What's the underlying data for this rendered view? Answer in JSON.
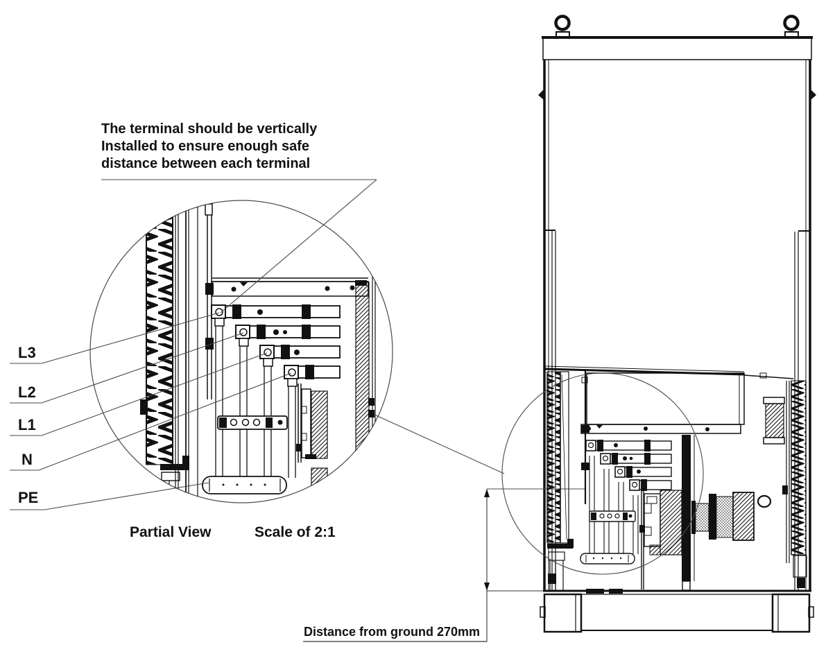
{
  "note": {
    "lines": [
      "The terminal should be vertically",
      "Installed to ensure enough safe",
      "distance between each terminal"
    ]
  },
  "partial_view": {
    "title": "Partial View",
    "scale_label": "Scale of 2:1",
    "terminal_labels": [
      {
        "id": "L3",
        "text": "L3"
      },
      {
        "id": "L2",
        "text": "L2"
      },
      {
        "id": "L1",
        "text": "L1"
      },
      {
        "id": "N",
        "text": "N"
      },
      {
        "id": "PE",
        "text": "PE"
      }
    ]
  },
  "dimension": {
    "ground_distance_label": "Distance from ground 270mm"
  },
  "colors": {
    "ink": "#111111",
    "thin_line": "#4a4a4a",
    "background": "#ffffff"
  }
}
